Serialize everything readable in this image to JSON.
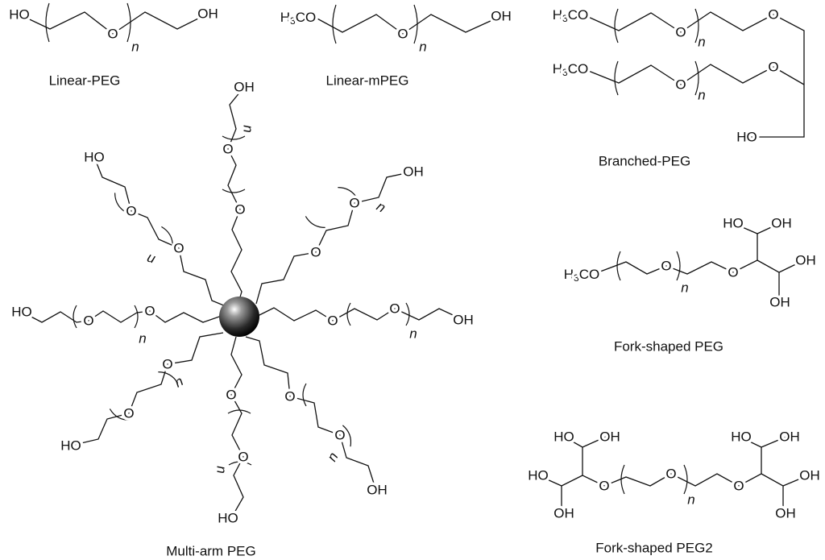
{
  "atoms": {
    "HO": "HO",
    "OH": "OH",
    "O": "O",
    "n": "n",
    "H3CO_H": "H",
    "H3CO_3": "3",
    "H3CO_CO": "CO"
  },
  "captions": {
    "linear_peg": "Linear-PEG",
    "linear_mpeg": "Linear-mPEG",
    "branched_peg": "Branched-PEG",
    "multi_arm_peg": "Multi-arm PEG",
    "fork_shaped_peg": "Fork-shaped PEG",
    "fork_shaped_peg2": "Fork-shaped PEG2"
  },
  "colors": {
    "core_sphere_light": "#ffffff",
    "core_sphere_dark": "#111111"
  }
}
